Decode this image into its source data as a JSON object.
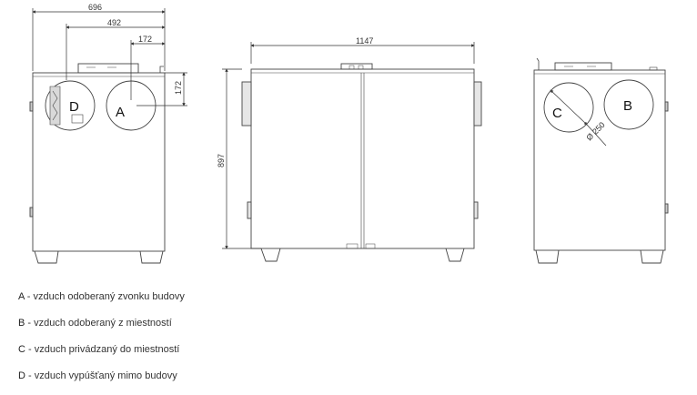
{
  "dimensions": {
    "width_total": "696",
    "port_d_offset": "492",
    "port_a_offset": "172",
    "port_a_height": "172",
    "width_front": "1147",
    "height": "897",
    "port_diameter": "Ø 250"
  },
  "ports": {
    "a": "A",
    "b": "B",
    "c": "C",
    "d": "D"
  },
  "legend": [
    {
      "key": "A",
      "text": " - vzduch odoberaný zvonku budovy"
    },
    {
      "key": "B",
      "text": " - vzduch odoberaný z miestností"
    },
    {
      "key": "C",
      "text": " - vzduch privádzaný do miestností"
    },
    {
      "key": "D",
      "text": " - vzduch vypúšťaný mimo budovy"
    }
  ]
}
